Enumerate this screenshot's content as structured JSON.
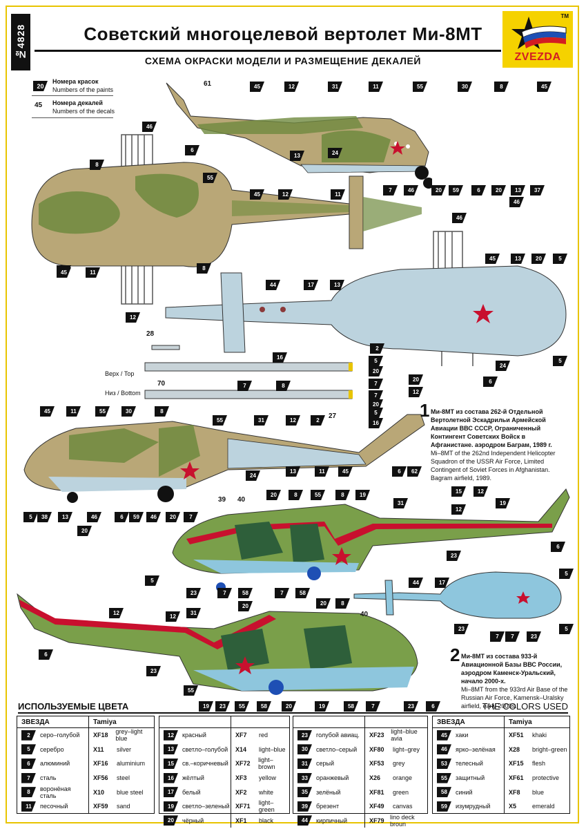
{
  "header": {
    "catalog": "№4828",
    "title": "Советский многоцелевой вертолет Ми-8МТ",
    "subtitle": "СХЕМА ОКРАСКИ МОДЕЛИ И РАЗМЕЩЕНИЕ ДЕКАЛЕЙ",
    "brand": "ZVEZDA",
    "brand_mark": "TM"
  },
  "legend": {
    "paint_badge": "20",
    "paint_ru": "Номера красок",
    "paint_en": "Numbers of the paints",
    "decal_num": "45",
    "decal_ru": "Номера декалей",
    "decal_en": "Numbers of the decals"
  },
  "blade_labels": {
    "top": "Верх / Top",
    "bottom": "Низ / Bottom",
    "n28": "28",
    "n70": "70",
    "n27": "27"
  },
  "scheme1": {
    "number": "1",
    "text": "Ми-8МТ из состава 262-й Отдельной Вертолетной Эскадрильи Армейской Авиации ВВС СССР, Ограниченный Контингент Советских Войск в Афганистане. аэродром Баграм, 1989 г.",
    "text_en": "Mi–8MT of the 262nd Independent Helicopter Squadron of the USSR Air Force, Limited Contingent of Soviet Forces in Afghanistan. Bagram airfield, 1989."
  },
  "scheme2": {
    "number": "2",
    "text": "Ми-8МТ из состава 933-й Авиационной Базы ВВС России, аэродром Каменск-Уральский, начало 2000-х.",
    "text_en": "Mi–8MT from the 933rd Air Base of the Russian Air Force, Kamensk–Uralsky airfield, early 2000s."
  },
  "colors": {
    "title_ru": "ИСПОЛЬЗУЕМЫЕ ЦВЕТА",
    "title_en": "THE COLORS USED",
    "col_zvezda": "ЗВЕЗДА",
    "col_tamiya": "Tamiya",
    "tables": [
      [
        {
          "n": "2",
          "ru": "серо–голубой",
          "code": "XF18",
          "en": "grey–light blue"
        },
        {
          "n": "5",
          "ru": "серебро",
          "code": "X11",
          "en": "silver"
        },
        {
          "n": "6",
          "ru": "алюминий",
          "code": "XF16",
          "en": "aluminium"
        },
        {
          "n": "7",
          "ru": "сталь",
          "code": "XF56",
          "en": "steel"
        },
        {
          "n": "8",
          "ru": "воронёная сталь",
          "code": "X10",
          "en": "blue steel"
        },
        {
          "n": "11",
          "ru": "песочный",
          "code": "XF59",
          "en": "sand"
        }
      ],
      [
        {
          "n": "12",
          "ru": "красный",
          "code": "XF7",
          "en": "red"
        },
        {
          "n": "13",
          "ru": "светло–голубой",
          "code": "X14",
          "en": "light–blue"
        },
        {
          "n": "15",
          "ru": "св.–коричневый",
          "code": "XF72",
          "en": "light–brown"
        },
        {
          "n": "16",
          "ru": "жёлтый",
          "code": "XF3",
          "en": "yellow"
        },
        {
          "n": "17",
          "ru": "белый",
          "code": "XF2",
          "en": "white"
        },
        {
          "n": "19",
          "ru": "светло–зеленый",
          "code": "XF71",
          "en": "light–green"
        },
        {
          "n": "20",
          "ru": "чёрный",
          "code": "XF1",
          "en": "black"
        }
      ],
      [
        {
          "n": "23",
          "ru": "голубой авиац.",
          "code": "XF23",
          "en": "light–blue avia"
        },
        {
          "n": "30",
          "ru": "светло–серый",
          "code": "XF80",
          "en": "light–grey"
        },
        {
          "n": "31",
          "ru": "серый",
          "code": "XF53",
          "en": "grey"
        },
        {
          "n": "33",
          "ru": "оранжевый",
          "code": "X26",
          "en": "orange"
        },
        {
          "n": "35",
          "ru": "зелёный",
          "code": "XF81",
          "en": "green"
        },
        {
          "n": "39",
          "ru": "брезент",
          "code": "XF49",
          "en": "canvas"
        },
        {
          "n": "44",
          "ru": "кирпичный",
          "code": "XF79",
          "en": "lino deck broun"
        }
      ],
      [
        {
          "n": "45",
          "ru": "хаки",
          "code": "XF51",
          "en": "khaki"
        },
        {
          "n": "46",
          "ru": "ярко–зелёная",
          "code": "X28",
          "en": "bright–green"
        },
        {
          "n": "53",
          "ru": "телесный",
          "code": "XF15",
          "en": "flesh"
        },
        {
          "n": "55",
          "ru": "защитный",
          "code": "XF61",
          "en": "protective"
        },
        {
          "n": "58",
          "ru": "синий",
          "code": "XF8",
          "en": "blue"
        },
        {
          "n": "59",
          "ru": "изумрудный",
          "code": "X5",
          "en": "emerald"
        }
      ]
    ]
  },
  "callouts": {
    "side1": [
      "61",
      "45",
      "12",
      "31",
      "11",
      "55",
      "30",
      "8",
      "45",
      "6",
      "13",
      "24",
      "7",
      "46",
      "20",
      "59",
      "6",
      "20",
      "13",
      "37",
      "46"
    ],
    "top1": [
      "46",
      "8",
      "55",
      "45",
      "12",
      "11",
      "45",
      "11",
      "8",
      "45",
      "12"
    ],
    "bottom1": [
      "46",
      "45",
      "13",
      "20",
      "5",
      "44",
      "17",
      "13",
      "24",
      "5",
      "20",
      "6",
      "12"
    ],
    "blades": [
      "2",
      "16",
      "5",
      "20",
      "7",
      "7",
      "8",
      "7",
      "20",
      "2",
      "12",
      "5",
      "16"
    ],
    "side1b": [
      "45",
      "11",
      "55",
      "30",
      "8",
      "55",
      "31",
      "24",
      "13",
      "11",
      "45",
      "6",
      "62",
      "5",
      "38",
      "13",
      "46",
      "20",
      "6",
      "59",
      "46",
      "20",
      "7"
    ],
    "side2": [
      "39",
      "40",
      "20",
      "8",
      "55",
      "8",
      "19",
      "31",
      "15",
      "12",
      "19",
      "12",
      "6",
      "23",
      "5",
      "23",
      "58",
      "20",
      "7",
      "58",
      "7"
    ],
    "bottom2": [
      "5",
      "44",
      "17",
      "23",
      "7",
      "7",
      "23",
      "5"
    ],
    "side2b": [
      "12",
      "31",
      "20",
      "8",
      "40",
      "12",
      "6",
      "23",
      "55",
      "19",
      "23",
      "55",
      "58",
      "20",
      "19",
      "58",
      "7",
      "23",
      "6"
    ]
  }
}
